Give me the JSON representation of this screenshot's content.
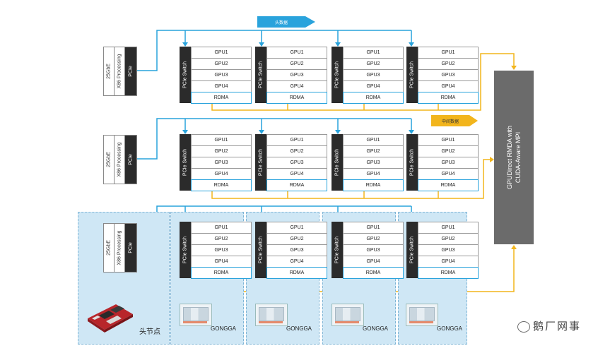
{
  "colors": {
    "blue_line": "#29a3dc",
    "yellow_line": "#f2b51c",
    "panel_fill": "#cfe7f5",
    "switch_dark": "#2b2b2b",
    "mpi_box": "#6b6b6b"
  },
  "top_label": "头数据",
  "mid_label": "中间数据",
  "host": {
    "eth": "25GbE",
    "cpu": "X86 Processing",
    "bus": "PCIe"
  },
  "switch_label": "PCIe Switch",
  "gpu_cells": [
    "GPU1",
    "GPU2",
    "GPU3",
    "GPU4",
    "RDMA"
  ],
  "mpi": {
    "line1": "GPUDirect RMDA with",
    "line2": "CUDA-Aware MPI"
  },
  "node_caption": "头节点",
  "gongga": "GONGGA",
  "watermark": "鹅厂网事"
}
